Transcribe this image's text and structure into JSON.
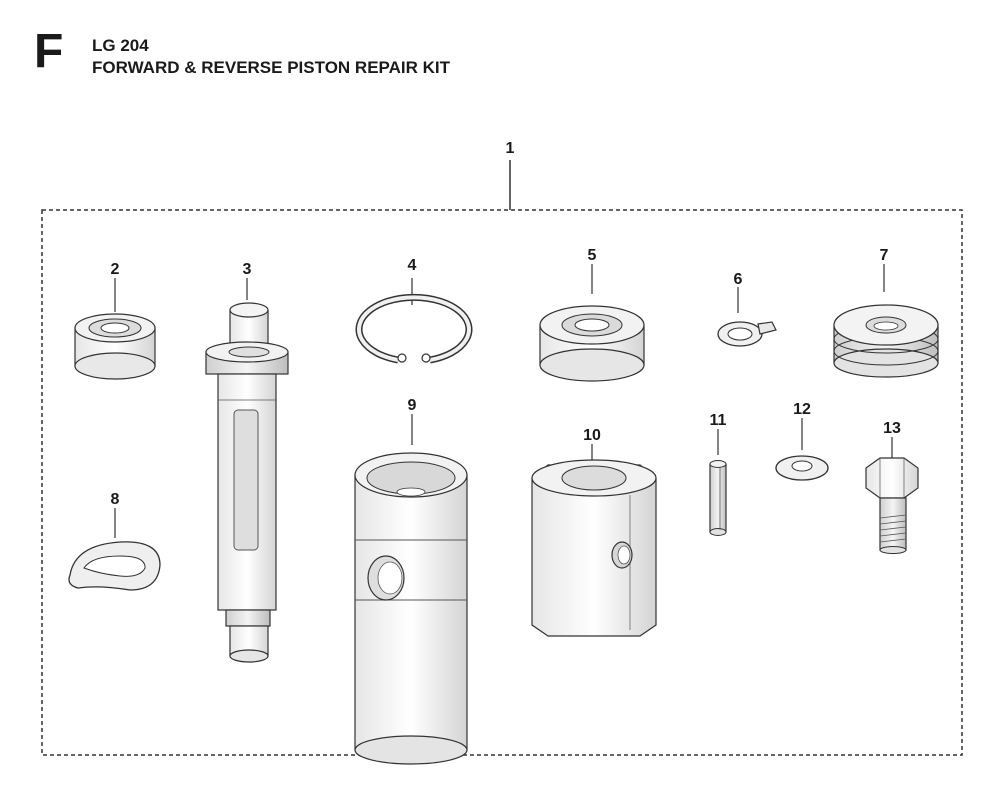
{
  "header": {
    "section_letter": "F",
    "model": "LG 204",
    "title": "FORWARD & REVERSE PISTON REPAIR KIT"
  },
  "callouts": {
    "kit": "1",
    "bearing_small": "2",
    "piston_shaft": "3",
    "snap_ring": "4",
    "bearing_large": "5",
    "tab_washer": "6",
    "disc_spring": "7",
    "wave_washer": "8",
    "piston_sleeve": "9",
    "piston_block": "10",
    "roll_pin": "11",
    "flat_washer": "12",
    "hex_bolt": "13"
  }
}
